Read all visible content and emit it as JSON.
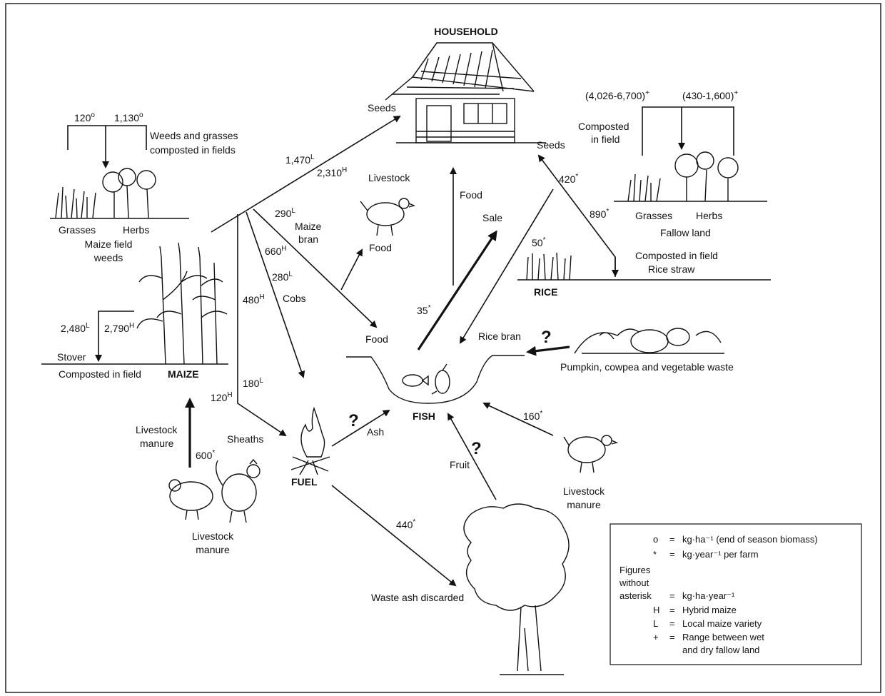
{
  "nodes": {
    "household": "HOUSEHOLD",
    "maize": "MAIZE",
    "rice": "RICE",
    "fish": "FISH",
    "fuel": "FUEL"
  },
  "labels": {
    "maize_weeds_val1": "120",
    "maize_weeds_val2": "1,130",
    "weeds_composted_1": "Weeds and grasses",
    "weeds_composted_2": "composted in fields",
    "grasses": "Grasses",
    "herbs": "Herbs",
    "maize_field_weeds_1": "Maize field",
    "maize_field_weeds_2": "weeds",
    "stover_L": "2,480",
    "stover_H": "2,790",
    "stover": "Stover",
    "composted_in_field": "Composted in field",
    "seeds_left": "Seeds",
    "seeds_L": "1,470",
    "seeds_H": "2,310",
    "livestock": "Livestock",
    "bran_L": "290",
    "maize_bran_1": "Maize",
    "maize_bran_2": "bran",
    "livestock_food": "Food",
    "cobs_H": "660",
    "cobs_L": "280",
    "cobs": "Cobs",
    "val_480H": "480",
    "food_fish": "Food",
    "val_180L": "180",
    "val_120H": "120",
    "sheaths": "Sheaths",
    "livestock_manure_1": "Livestock",
    "livestock_manure_2": "manure",
    "manure_600": "600",
    "livestock_manure_bottom_1": "Livestock",
    "livestock_manure_bottom_2": "manure",
    "ash": "Ash",
    "waste_ash_val": "440",
    "waste_ash": "Waste ash discarded",
    "food_household": "Food",
    "sale": "Sale",
    "sale_val": "35",
    "fallow_val1": "(4,026-6,700)",
    "fallow_val2": "(430-1,600)",
    "fallow_composted_1": "Composted",
    "fallow_composted_2": "in field",
    "seeds_right": "Seeds",
    "fallow_grasses": "Grasses",
    "fallow_herbs": "Herbs",
    "fallow_land": "Fallow land",
    "val_420": "420",
    "val_890": "890",
    "rice_val": "50",
    "rice_composted_1": "Composted in field",
    "rice_composted_2": "Rice straw",
    "rice_bran": "Rice bran",
    "veg_waste": "Pumpkin, cowpea and vegetable waste",
    "manure_160": "160",
    "livestock_manure_right_1": "Livestock",
    "livestock_manure_right_2": "manure",
    "fruit": "Fruit",
    "question": "?"
  },
  "legend": {
    "row1_sym": "o",
    "row1_text": "kg·ha⁻¹ (end of season biomass)",
    "row2_sym": "*",
    "row2_text": "kg·year⁻¹ per farm",
    "row3_a": "Figures",
    "row3_b": "without",
    "row3_c": "asterisk",
    "row3_text": "kg·ha·year⁻¹",
    "row4_sym": "H",
    "row4_text": "Hybrid maize",
    "row5_sym": "L",
    "row5_text": "Local maize variety",
    "row6_sym": "+",
    "row6_text_1": "Range between wet",
    "row6_text_2": "and dry fallow land",
    "eq": "="
  },
  "superscripts": {
    "deg": "o",
    "star": "*",
    "L": "L",
    "H": "H",
    "plus": "+"
  }
}
